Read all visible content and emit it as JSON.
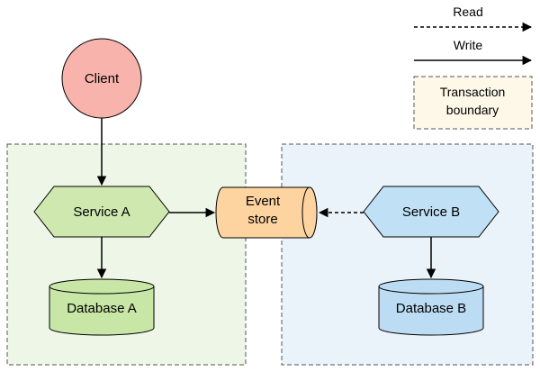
{
  "legend": {
    "read_label": "Read",
    "write_label": "Write",
    "boundary_label_line1": "Transaction",
    "boundary_label_line2": "boundary"
  },
  "nodes": {
    "client": "Client",
    "service_a": "Service A",
    "database_a": "Database A",
    "event_store_line1": "Event",
    "event_store_line2": "store",
    "service_b": "Service B",
    "database_b": "Database B"
  },
  "colors": {
    "client_fill": "#f8b3ac",
    "service_a_fill": "#cfe8b0",
    "database_a_fill": "#c8e6a6",
    "event_store_fill": "#fdd39f",
    "service_b_fill": "#bfe0f5",
    "database_b_fill": "#bcdcf3",
    "boundary_a_fill": "#eef6e8",
    "boundary_b_fill": "#ebf3fa",
    "legend_boundary_fill": "#fdf8e8",
    "stroke": "#000000",
    "boundary_stroke": "#555555"
  }
}
